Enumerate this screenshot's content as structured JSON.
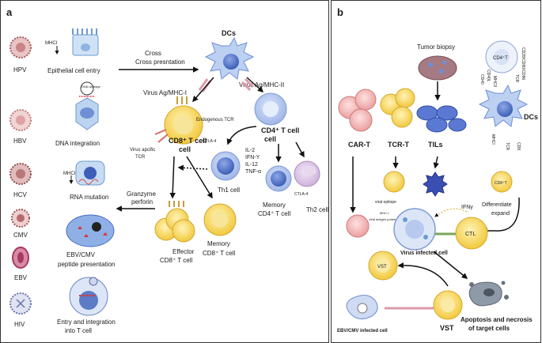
{
  "panel_a": {
    "label": "a",
    "viruses": [
      {
        "name": "HPV",
        "process": "Epithelial cell entry",
        "color": "#b56a6a"
      },
      {
        "name": "HBV",
        "process": "DNA integration",
        "color": "#c88a8a"
      },
      {
        "name": "HCV",
        "process": "RNA mutation",
        "color": "#9c5a5a"
      },
      {
        "name": "CMV",
        "process": "EBV/CMV",
        "color": "#a66060"
      },
      {
        "name": "EBV",
        "process": "peptide presentation",
        "color": "#b84b6b"
      },
      {
        "name": "HIV",
        "process": "Entry and integration",
        "color": "#7a86b8"
      }
    ],
    "mhci": "MHCI",
    "dna_damage": "DNA damage",
    "into_t_cell": "into T cell",
    "cross_presentation": "Cross presntation",
    "dcs": "DCs",
    "virus_ag_mhc_i": "Virus Ag/MHC-I",
    "virus_ag_mhc_ii": "Virus Ag/MHC-II",
    "endogenous_tcr": "Endogenous TCR",
    "virus_specific_tcr": "Virus apcific TCR",
    "cd8_t_cell": "CD8⁺ T cell",
    "cd4_t_cell": "CD4⁺ T cell",
    "ctla4": "CTLA-4",
    "cytokines": [
      "IL-2",
      "IFN-Y",
      "IL-12",
      "TNF-α"
    ],
    "th1": "Th1 cell",
    "th2": "Th2 cell",
    "granzyme": "Granzyme",
    "perforin": "perforin",
    "effector": "Effector",
    "effector_cd8": "CD8⁺ T cell",
    "memory": "Memory",
    "memory_cd8": "CD8⁺ T cell",
    "memory_cd4": "CD4⁺ T cell"
  },
  "panel_b": {
    "label": "b",
    "tumor_biopsy": "Tumor biopsy",
    "car_t": "CAR-T",
    "tcr_t": "TCR-T",
    "tils": "TILs",
    "dcs": "DCs",
    "cd4t": "CD4⁺T",
    "cd8t": "CD8⁺T",
    "labels_vertical": [
      "CD40",
      "CD40L",
      "CD28/CD80/CD86",
      "TCR",
      "MHCII",
      "MHCI",
      "TCR",
      "CD8"
    ],
    "viral_epitope": "viral epitope",
    "mhc_i": "MHC-I",
    "viral_antigen": "Viral antigen protein",
    "ifn": "IFNγ",
    "differentiate": "Differentiate",
    "expand": "expand",
    "ctl": "CTL",
    "virus_infected_cell": "Virus infected cell",
    "vst": "VST",
    "vst_label": "VST",
    "ebv_cmv_infected": "EBV/CMV infected cell",
    "apoptosis_1": "Apoptosis and necrosis",
    "apoptosis_2": "of target cells"
  },
  "colors": {
    "cd8_yellow": "#f5d35a",
    "dc_blue": "#6f8fd6",
    "border": "#333333",
    "arrow": "#111111"
  }
}
